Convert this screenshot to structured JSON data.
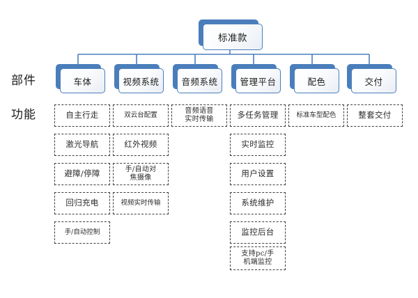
{
  "diagram": {
    "title_node": {
      "label": "标准款"
    },
    "row_labels": {
      "components": "部件",
      "functions": "功能"
    },
    "colors": {
      "node_border": "#4a7ebb",
      "node_shadow": "#4a7ebb",
      "node_fill_start": "#ffffff",
      "node_fill_end": "#e9eef5",
      "connector": "#4a7ebb",
      "func_border": "#3c3c3c",
      "text": "#1a1a1a"
    },
    "columns": [
      {
        "id": "vehicle-body",
        "component": "车体",
        "functions": [
          {
            "text": "自主行走",
            "lines": 1
          },
          {
            "text": "激光导航",
            "lines": 1
          },
          {
            "text": "避障/停障",
            "lines": 1
          },
          {
            "text": "回归充电",
            "lines": 1
          },
          {
            "text": "手/自动控制",
            "lines": 1
          }
        ]
      },
      {
        "id": "video-system",
        "component": "视频系统",
        "functions": [
          {
            "text": "双云台配置",
            "lines": 1
          },
          {
            "text": "红外视频",
            "lines": 1
          },
          {
            "text": "手/自动对\n焦摄像",
            "lines": 2
          },
          {
            "text": "视频实时传输",
            "lines": 1
          }
        ]
      },
      {
        "id": "audio-system",
        "component": "音频系统",
        "functions": [
          {
            "text": "音频语音\n实时传输",
            "lines": 2
          }
        ]
      },
      {
        "id": "management-platform",
        "component": "管理平台",
        "functions": [
          {
            "text": "多任务管理",
            "lines": 1
          },
          {
            "text": "实时监控",
            "lines": 1
          },
          {
            "text": "用户设置",
            "lines": 1
          },
          {
            "text": "系统维护",
            "lines": 1
          },
          {
            "text": "监控后台",
            "lines": 1
          },
          {
            "text": "支持pc/手\n机端监控",
            "lines": 2
          }
        ]
      },
      {
        "id": "color-scheme",
        "component": "配色",
        "functions": [
          {
            "text": "标准车型配色",
            "lines": 1
          }
        ]
      },
      {
        "id": "delivery",
        "component": "交付",
        "functions": [
          {
            "text": "整套交付",
            "lines": 1
          }
        ]
      }
    ]
  }
}
